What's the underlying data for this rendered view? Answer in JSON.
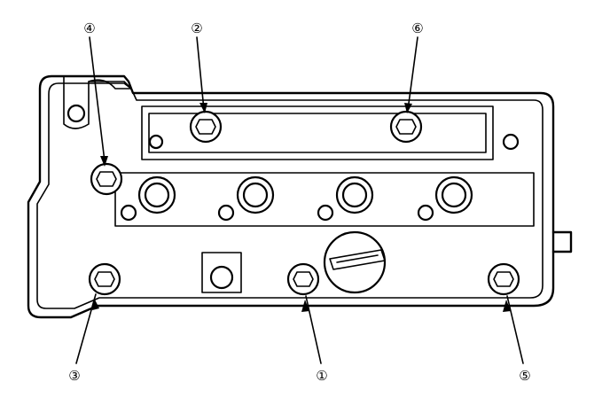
{
  "callouts": [
    {
      "id": "bolt-4",
      "label": "④"
    },
    {
      "id": "bolt-2",
      "label": "②"
    },
    {
      "id": "bolt-6",
      "label": "⑥"
    },
    {
      "id": "bolt-3",
      "label": "③"
    },
    {
      "id": "bolt-1",
      "label": "①"
    },
    {
      "id": "bolt-5",
      "label": "⑤"
    }
  ],
  "colors": {
    "line": "#000000",
    "background": "#ffffff"
  }
}
